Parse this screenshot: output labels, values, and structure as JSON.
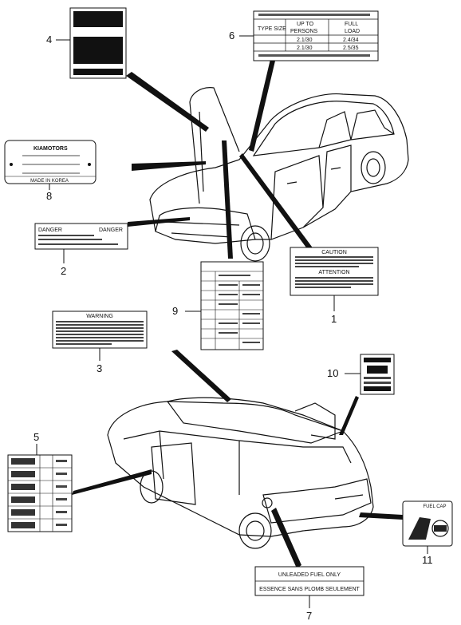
{
  "callouts": {
    "n1": "1",
    "n2": "2",
    "n3": "3",
    "n4": "4",
    "n5": "5",
    "n6": "6",
    "n7": "7",
    "n8": "8",
    "n9": "9",
    "n10": "10",
    "n11": "11"
  },
  "labels": {
    "caution_title": "CAUTION",
    "caution_attention": "ATTENTION",
    "plate_brand": "KIAMOTORS",
    "plate_origin": "MADE IN KOREA",
    "danger_left": "DANGER",
    "danger_right": "DANGER",
    "warning_title": "WARNING",
    "tire_col_size": "TYPE SIZE",
    "tire_col_up_to": "UP TO",
    "tire_col_full": "FULL",
    "tire_col_load": "LOAD",
    "tire_col_persons": "PERSONS",
    "tire_r1_a": "2.1/30",
    "tire_r1_b": "2.4/34",
    "tire_r2_a": "2.1/30",
    "tire_r2_b": "2.5/35",
    "fuel_line1": "UNLEADED FUEL ONLY",
    "fuel_line2": "ESSENCE SANS PLOMB SEULEMENT",
    "fuel_cap_label": "FUEL CAP"
  }
}
